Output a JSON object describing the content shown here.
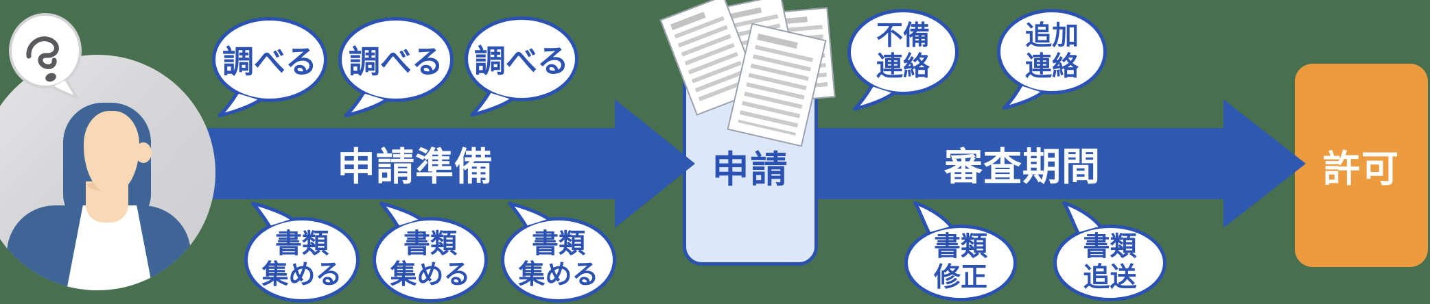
{
  "diagram_title": "application-process-flow",
  "colors": {
    "background": "#48704E",
    "arrow_blue": "#2F58B1",
    "blue_stroke": "#2B52B2",
    "card_fill": "#DCE8FA",
    "card_border": "#2B53AE",
    "approval_orange": "#EC9C3E",
    "avatar_gray": "#D6D6D9",
    "hair_jacket_blue": "#3E6595",
    "skin": "#F8D8B5",
    "thought_gray": "#D3D3D6",
    "scribble_gray": "#58595C"
  },
  "stages": [
    {
      "id": "preparation",
      "label": "申請準備",
      "shape": "arrow-band"
    },
    {
      "id": "application",
      "label": "申請",
      "shape": "card"
    },
    {
      "id": "review",
      "label": "審査期間",
      "shape": "arrow-band"
    },
    {
      "id": "approval",
      "label": "許可",
      "shape": "orange-box"
    }
  ],
  "bubbles": {
    "prep_top": [
      "調べる",
      "調べる",
      "調べる"
    ],
    "prep_bottom": [
      "書類\n集める",
      "書類\n集める",
      "書類\n集める"
    ],
    "review_top": [
      "不備\n連絡",
      "追加\n連絡"
    ],
    "review_bottom": [
      "書類\n修正",
      "書類\n追送"
    ]
  },
  "icons": {
    "thought_bubble": "confusion-scribble-icon",
    "documents": "stacked-paper-documents-icon",
    "person": "thinking-woman-avatar"
  }
}
